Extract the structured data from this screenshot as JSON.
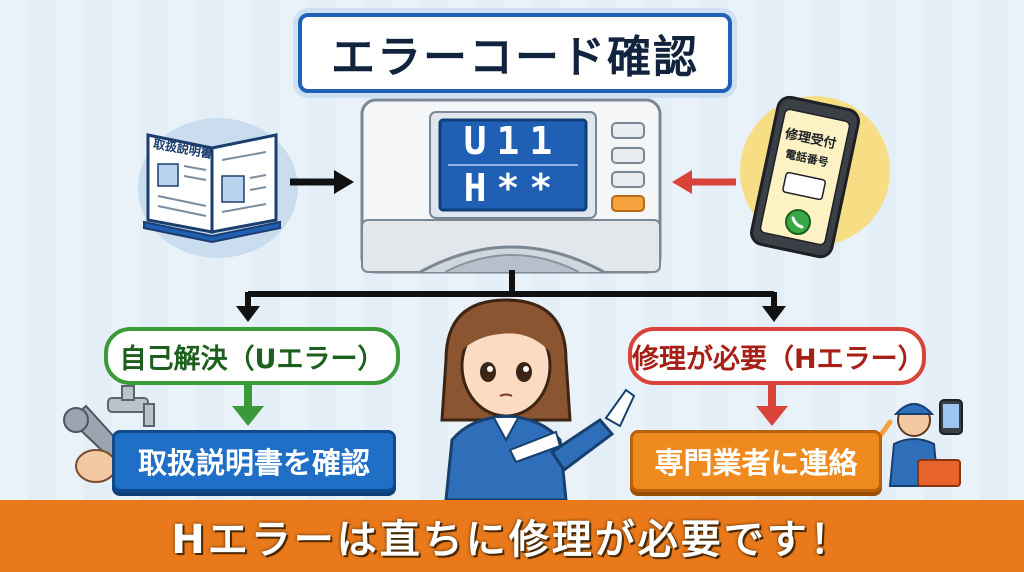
{
  "title": "エラーコード確認",
  "display": {
    "line1": "U11",
    "line2": "H**"
  },
  "manual": {
    "cover_label": "取扱説明書"
  },
  "phone": {
    "line1": "修理受付",
    "line2": "電話番号"
  },
  "branches": {
    "left": {
      "label": "自己解決（Uエラー）",
      "action": "取扱説明書を確認",
      "color": "#3a9a3a"
    },
    "right": {
      "label": "修理が必要（Hエラー）",
      "action": "専門業者に連絡",
      "color": "#d8433a"
    }
  },
  "banner": "Hエラーは直ちに修理が必要です！",
  "colors": {
    "title_border": "#1e63b8",
    "banner": "#e9791a",
    "blue_action": "#1f6fc6",
    "orange_action": "#ef8a1e"
  }
}
